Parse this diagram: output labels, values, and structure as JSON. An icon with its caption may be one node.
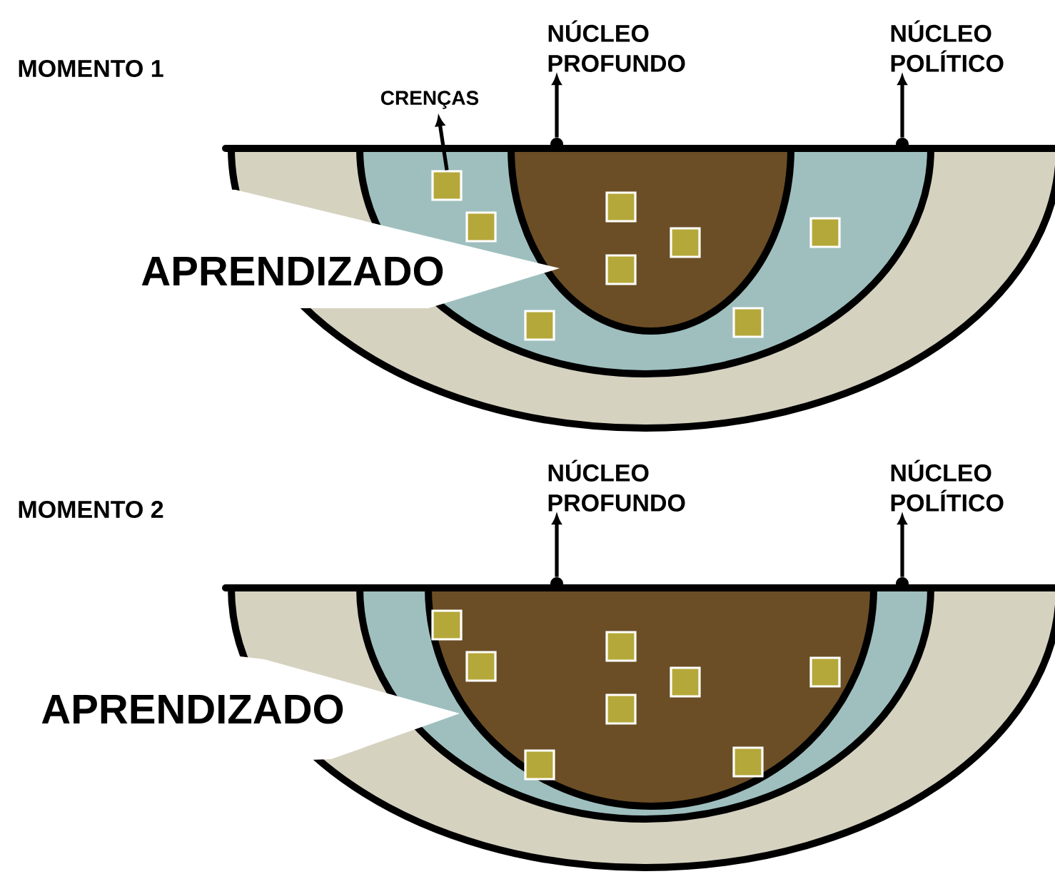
{
  "diagram": {
    "nodes": [
      {
        "text": [
          "NÚCLEO PROFUNDO"
        ]
      },
      {
        "text": [
          "NÚCLEO POLÍTICO"
        ]
      },
      {
        "text": [
          "CRENÇAS"
        ]
      },
      {
        "text": [],
        "shape": "box"
      },
      {
        "text": [
          "APRENDIZADO"
        ]
      },
      {
        "text": [
          "NÚCLEO PROFUNDO"
        ]
      },
      {
        "text": [
          "NÚCLEO POLÍTICO"
        ]
      },
      {
        "text": [
          "APRENDIZADO"
        ]
      },
      {
        "text": [],
        "shape": "circle"
      },
      {
        "text": [],
        "shape": "circle"
      },
      {
        "text": [],
        "shape": "circle"
      },
      {
        "text": [],
        "shape": "circle"
      },
      {
        "text": [],
        "shape": "box"
      },
      {
        "text": [],
        "shape": "box"
      },
      {
        "text": [],
        "shape": "box"
      },
      {
        "text": [],
        "shape": "box"
      },
      {
        "text": [],
        "shape": "box"
      },
      {
        "text": [],
        "shape": "box"
      },
      {
        "text": [],
        "shape": "box"
      },
      {
        "text": [],
        "shape": "box"
      },
      {
        "text": [],
        "shape": "box"
      },
      {
        "text": [],
        "shape": "box"
      },
      {
        "text": [],
        "shape": "box"
      },
      {
        "text": [],
        "shape": "box"
      },
      {
        "text": [],
        "shape": "box"
      },
      {
        "text": [],
        "shape": "box"
      },
      {
        "text": [],
        "shape": "box"
      }
    ],
    "edges": [
      {
        "from": 8,
        "to": 0,
        "arrow": "to"
      },
      {
        "from": 9,
        "to": 1,
        "arrow": "to"
      },
      {
        "from": 3,
        "to": 2,
        "arrow": "to"
      },
      {
        "from": 10,
        "to": 5,
        "arrow": "to"
      },
      {
        "from": 11,
        "to": 6,
        "arrow": "to"
      }
    ],
    "labels": [
      "MOMENTO 1",
      "MOMENTO 2"
    ]
  }
}
